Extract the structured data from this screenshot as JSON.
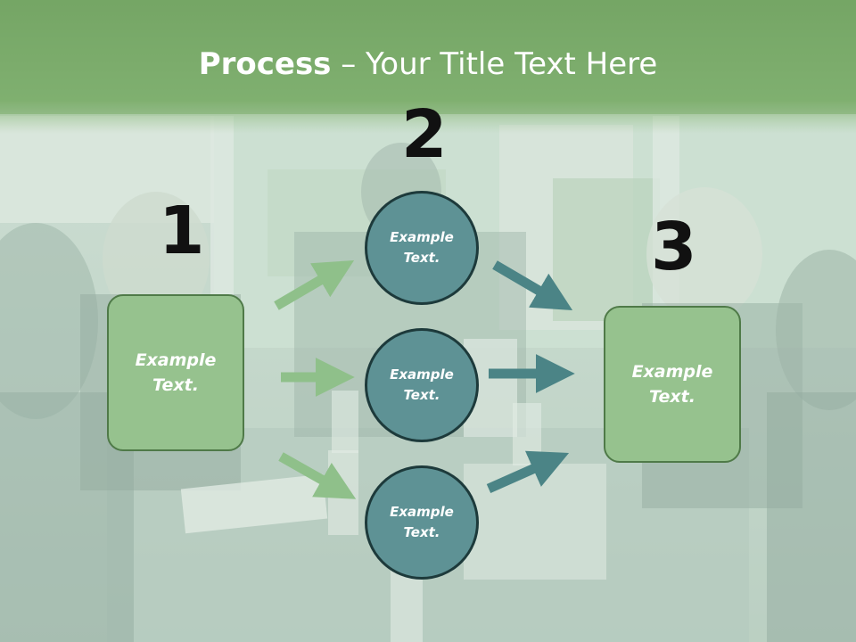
{
  "slide": {
    "title_bold": "Process",
    "title_rest": " – Your Title Text Here"
  },
  "steps": [
    {
      "number": "1"
    },
    {
      "number": "2"
    },
    {
      "number": "3"
    }
  ],
  "left_box": {
    "text": "Example\nText."
  },
  "right_box": {
    "text": "Example\nText."
  },
  "circles": [
    {
      "text": "Example\nText."
    },
    {
      "text": "Example\nText."
    },
    {
      "text": "Example\nText."
    }
  ],
  "colors": {
    "title_bar": "#7fae6d",
    "green_arrow": "#8fc08a",
    "teal_arrow": "#4b8486",
    "box_fill": "#96c28e",
    "circle_fill": "#5e9295"
  }
}
